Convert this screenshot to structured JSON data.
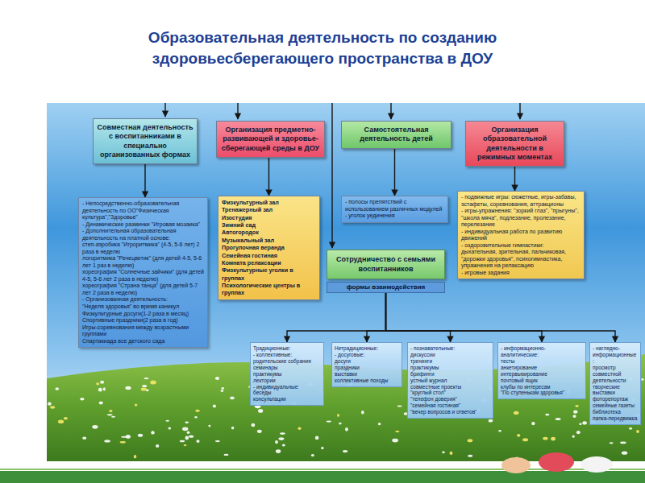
{
  "diagram": {
    "title": "Образовательная деятельность по созданию здоровьесберегающего пространства в ДОУ",
    "nodes": [
      {
        "text": [
          "Совместная деятельность с воспитанниками в специально организованных формах"
        ]
      },
      {
        "text": [
          "Организация предметно-развивающей и здоровье-сберегающей среды в ДОУ"
        ]
      },
      {
        "text": [
          "Самостоятельная деятельность детей"
        ]
      },
      {
        "text": [
          "Организация образовательной деятельности в режимных моментах"
        ]
      },
      {
        "text": [
          "- Непосредственно-образовательная деятельность по ОО\"Физическая культура\",\"Здоровье\"",
          "- Динамические разминки \"Игровая мозаика\"",
          "- Дополнительная образовательная деятельность на платной основе:",
          "степ-аэробика \"Игроритмика\" (4-5, 5-6 лет) 2 раза в неделю",
          "логоритмика \"Речецветик\" (для детей 4-5, 5-6 лет 1 раз в неделю)",
          "хореография \"Солнечные зайчики\" (для детей 4-5, 5-6 лет 2 раза в неделю)",
          "хореография \"Страна танца\" (для детей 5-7 лет 2 раза в неделю)",
          "- Организованная деятельность:",
          "\"Неделя здоровья\" во время каникул",
          "Физкультурные досуги(1-2 раза в месяц)",
          "Спортивные праздники(2 раза в год)",
          "Игры-соревнования между возрастными группами",
          "Спартакиада все детского сада"
        ]
      },
      {
        "text": [
          "Физкультурный зал",
          "Тренажерный зал",
          "Изостудия",
          "Зимний сад",
          "Автогородок",
          "Музыкальный зал",
          "Прогулочная веранда",
          "Семейная гостиная",
          "Комната релаксации",
          "Физкультурные уголки в группах",
          "Психологические центры в группах"
        ]
      },
      {
        "text": [
          "- полосы препятствий с использованием различных модулей",
          "- уголок уединения"
        ]
      },
      {
        "text": [
          "- подвижные игры: сюжетные, игры-забавы, эстафеты, соревнования, аттракционы",
          "- игры-упражнения: \"зоркий глаз\", \"прыгуны\", \"школа мяча\", подлезание, пролезание, перелезание",
          "- индивидуальная работа по развитию движений",
          "- оздоровительные гимнастики: дыхательная, зрительная, пальчиковая, \"дорожки здоровья\", психогимнастика, упражнения на релаксацию",
          "- игровые задания"
        ]
      },
      {
        "text": [
          "Сотрудничество с семьями воспитанников",
          "формы взаимодействия"
        ]
      },
      {
        "text": [
          "Традиционные:",
          "- коллективные:",
          "родительские собрания",
          "семинары",
          "практикумы",
          "лектории",
          "- индивидуальные:",
          "беседы",
          "консультации"
        ]
      },
      {
        "text": [
          "Нетрадиционные:",
          "- досуговые:",
          "досуги",
          "праздники",
          "выставки",
          "коллективные походы"
        ]
      },
      {
        "text": [
          "- познавательные:",
          "дискуссии",
          "тренинги",
          "практикумы",
          "брифинги",
          "устный журнал",
          "совместные проекты",
          "\"круглый стол\"",
          "\"телефон доверия\"",
          "\"семейная гостиная\"",
          "\"вечер вопросов и ответов\""
        ]
      },
      {
        "text": [
          "- информационно-аналитические:",
          "тесты",
          "анкетирование",
          "интервьюирование",
          "почтовый ящик",
          "клубы по интересам",
          "\"По ступенькам здоровья\""
        ]
      },
      {
        "text": [
          "- наглядно-информационные:",
          "просмотр совместной деятельности",
          "творческие выставки",
          "фоторепортаж",
          "семейные газеты",
          "библиотека",
          "папка-передвижка"
        ]
      }
    ],
    "edges": [
      {
        "from": 0,
        "to": 4,
        "arrow": "to"
      },
      {
        "from": 1,
        "to": 5,
        "arrow": "to"
      },
      {
        "from": 2,
        "to": 6,
        "arrow": "to"
      },
      {
        "from": 3,
        "to": 7,
        "arrow": "to"
      },
      {
        "from": 8,
        "to": 9,
        "arrow": "to"
      },
      {
        "from": 8,
        "to": 10,
        "arrow": "to"
      },
      {
        "from": 8,
        "to": 11,
        "arrow": "to"
      },
      {
        "from": 8,
        "to": 12,
        "arrow": "to"
      },
      {
        "from": 8,
        "to": 13,
        "arrow": "to"
      }
    ]
  }
}
